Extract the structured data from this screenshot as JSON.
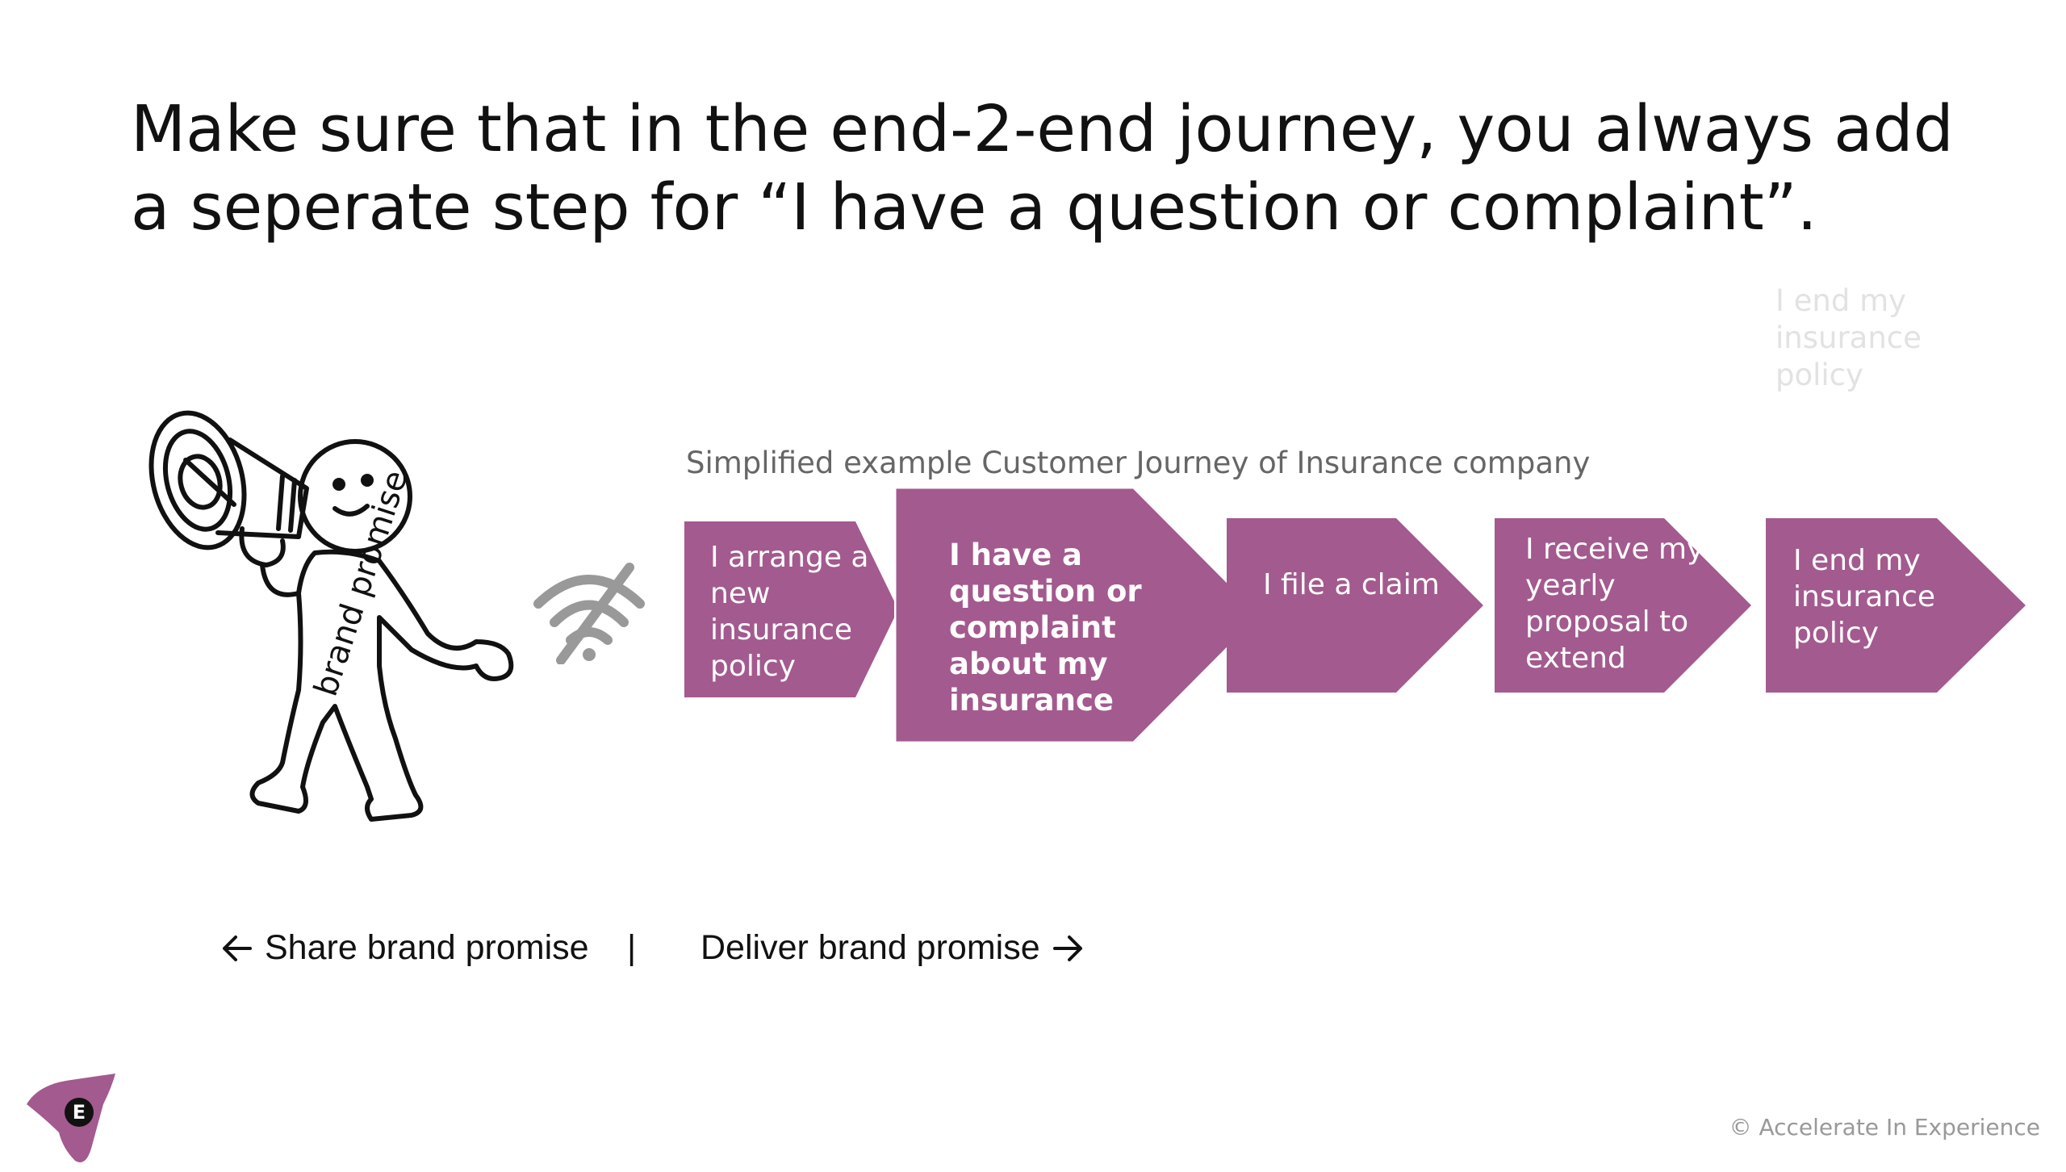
{
  "slide": {
    "title": "Make sure that in the end-2-end journey, you always add a seperate step for “I have a question or complaint”.",
    "ghost_text": "I end my insurance policy",
    "subtitle": "Simplified example Customer Journey of Insurance company",
    "accent_color": "#a35a8e"
  },
  "journey": {
    "steps": [
      {
        "label": "I arrange a new insurance policy"
      },
      {
        "label": "I have a question or complaint about my insurance"
      },
      {
        "label": "I file a claim"
      },
      {
        "label": "I receive my yearly proposal to extend"
      },
      {
        "label": "I end my insurance policy"
      }
    ]
  },
  "illustration": {
    "body_text": "brand promise",
    "icons": [
      "megaphone-person-icon",
      "no-signal-icon",
      "logo-e-icon"
    ]
  },
  "footer": {
    "share_label": "Share brand promise",
    "separator": "|",
    "deliver_label": "Deliver brand promise",
    "copyright": "© Accelerate In Experience"
  }
}
